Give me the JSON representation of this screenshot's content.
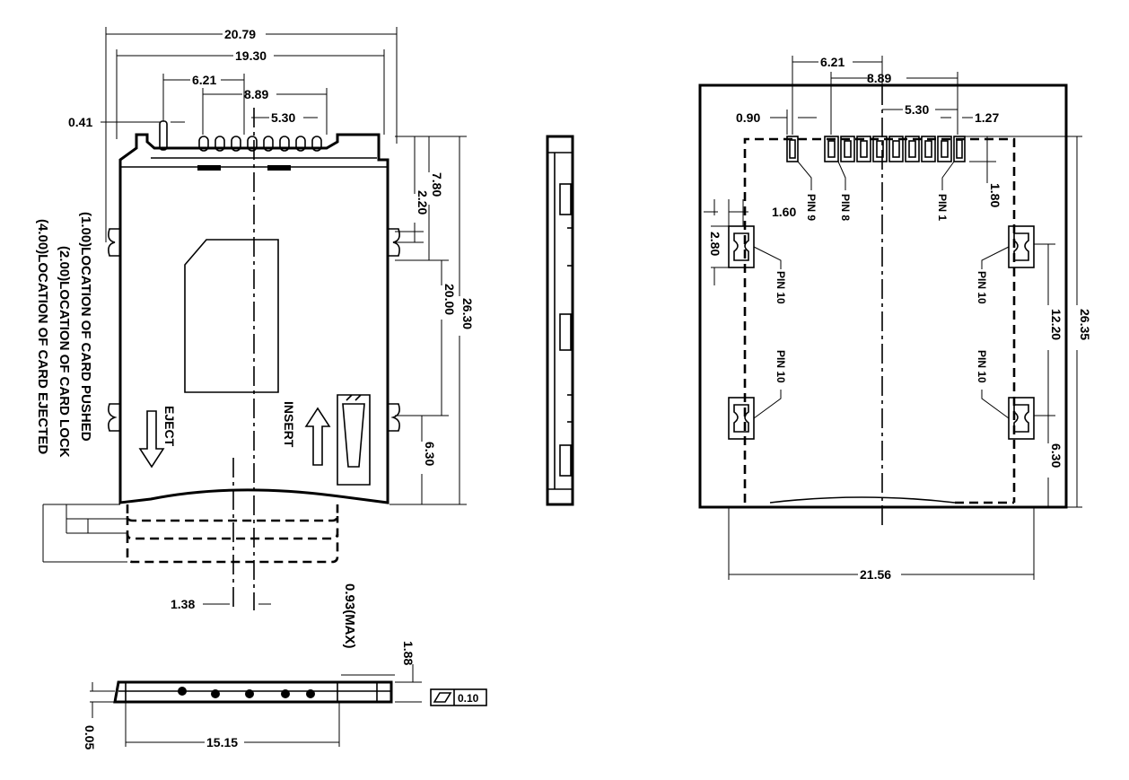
{
  "top_view": {
    "width_overall": "20.79",
    "width_inner": "19.30",
    "pitch_span": "6.21",
    "pin_span": "8.89",
    "pin_group": "5.30",
    "pin_offset": "0.41",
    "dim_2_20": "2.20",
    "dim_7_80": "7.80",
    "dim_20_00": "20.00",
    "dim_26_30": "26.30",
    "dim_6_30": "6.30",
    "dim_1_38": "1.38",
    "eject_label": "EJECT",
    "insert_label": "INSERT",
    "note_pushed": "(1.00)LOCATION OF CARD PUSHED",
    "note_lock": "(2.00)LOCATION OF CARD LOCK",
    "note_ejected": "(4.00)LOCATION OF CARD EJECTED"
  },
  "bottom_view": {
    "dim_0_93": "0.93(MAX)",
    "dim_1_88": "1.88",
    "dim_0_05": "0.05",
    "dim_15_15": "15.15",
    "flatness": "0.10"
  },
  "footprint": {
    "pitch_span": "6.21",
    "pin_span": "8.89",
    "pin_group": "5.30",
    "dim_0_90": "0.90",
    "dim_1_27": "1.27",
    "dim_1_80": "1.80",
    "dim_1_60": "1.60",
    "dim_2_80": "2.80",
    "dim_12_20": "12.20",
    "dim_26_35": "26.35",
    "dim_6_30": "6.30",
    "dim_21_56": "21.56",
    "pin9": "PIN 9",
    "pin8": "PIN 8",
    "pin1": "PIN 1",
    "pin10": "PIN 10"
  }
}
